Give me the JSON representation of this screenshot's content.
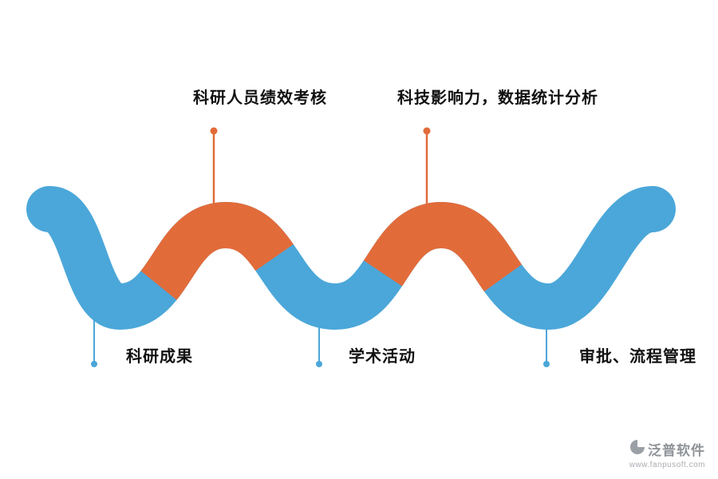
{
  "colors": {
    "blue": "#4BA7D9",
    "orange": "#E26B3A",
    "text": "#111111",
    "logo_gray": "#9aa0a6"
  },
  "top_labels": [
    {
      "text": "科研人员绩效考核"
    },
    {
      "text": "科技影响力，数据统计分析"
    }
  ],
  "bottom_labels": [
    {
      "text": "科研成果"
    },
    {
      "text": "学术活动"
    },
    {
      "text": "审批、流程管理"
    }
  ],
  "logo": {
    "name": "泛普软件",
    "url": "www.fanpusoft.com"
  }
}
